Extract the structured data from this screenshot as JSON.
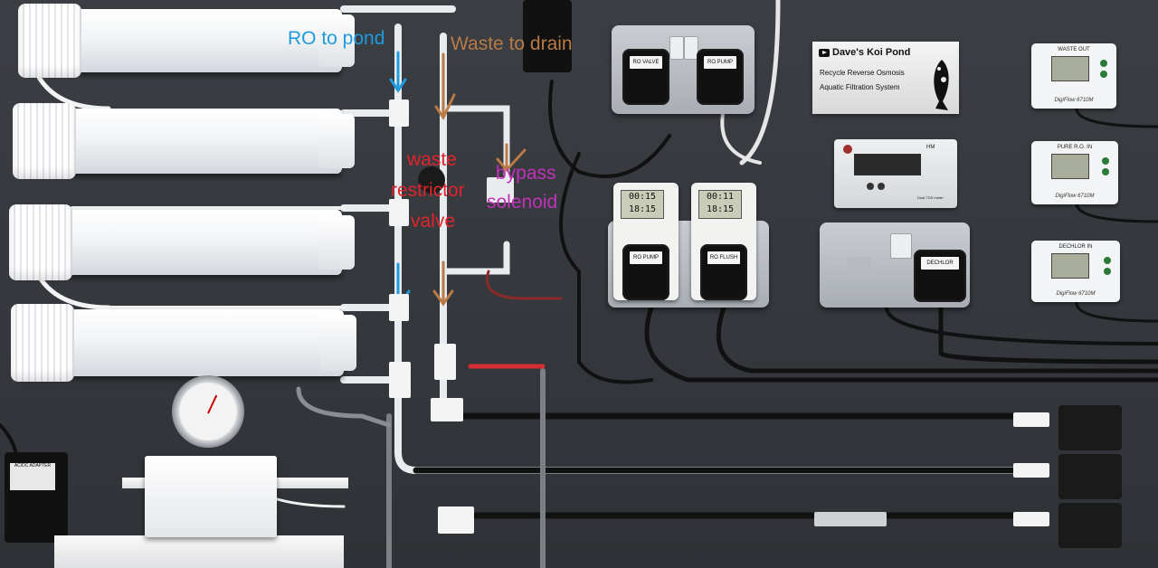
{
  "annotations": {
    "ro_to_pond": "RO to pond",
    "waste_to_drain": "Waste to drain",
    "waste_restrictor_valve": [
      "waste",
      "restrictor",
      "valve"
    ],
    "bypass_solenoid": [
      "bypass",
      "solenoid"
    ]
  },
  "annotation_colors": {
    "blue": "#1e9bdc",
    "brown": "#b97a46",
    "red": "#e0242c",
    "purple": "#c232b8"
  },
  "sign": {
    "title": "Dave's Koi Pond",
    "line1": "Recycle Reverse Osmosis",
    "line2": "Aquatic Filtration System",
    "logo_icon": "youtube-play-icon",
    "fish_icon": "koi-fish-icon"
  },
  "plugs": {
    "ro_valve": "RO VALVE",
    "ro_pump_top": "RO PUMP",
    "ro_pump_timer": "RO PUMP",
    "ro_flush": "RO FLUSH",
    "dechlor": "DECHLOR"
  },
  "timers": [
    {
      "line1": "00:15",
      "line2": "18:15"
    },
    {
      "line1": "00:11",
      "line2": "18:15"
    }
  ],
  "flow_meters": [
    {
      "title": "WASTE OUT",
      "brand": "DigiFlow 6710M"
    },
    {
      "title": "PURE R.O. IN",
      "brand": "DigiFlow 6710M"
    },
    {
      "title": "DECHLOR IN",
      "brand": "DigiFlow 6710M"
    }
  ],
  "tds_meter": {
    "brand": "HM",
    "model": "Dual TDS meter"
  },
  "adapter": {
    "label": "AC/DC ADAPTER"
  }
}
